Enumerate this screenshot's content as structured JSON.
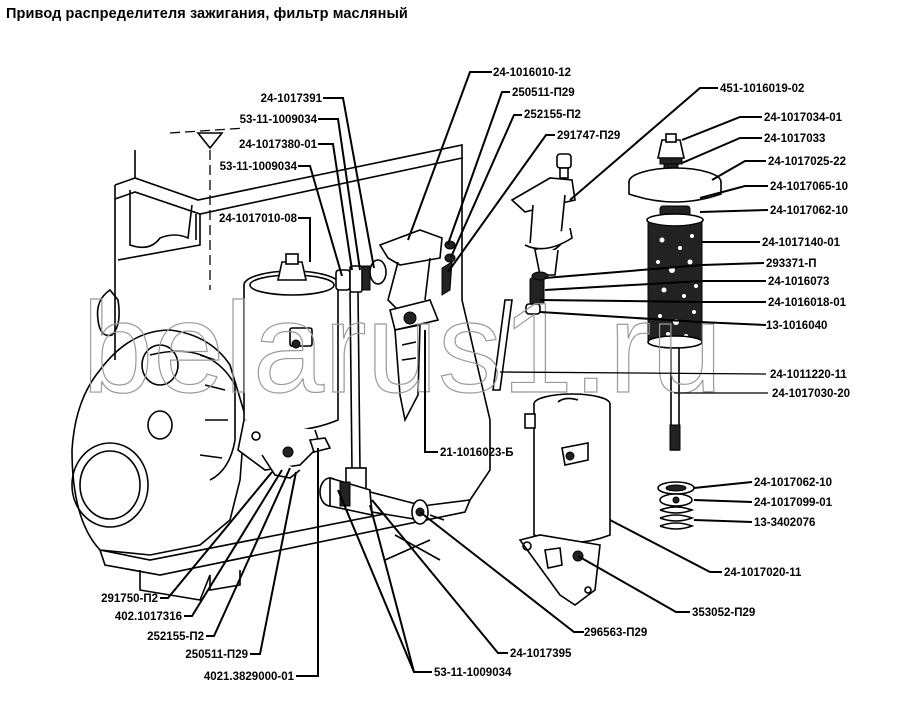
{
  "title": "Привод распределителя зажигания, фильтр масляный",
  "watermark": "belarus1.ru",
  "callouts": [
    {
      "id": "c1",
      "label": "24-1016010-12"
    },
    {
      "id": "c2",
      "label": "250511-П29"
    },
    {
      "id": "c3",
      "label": "252155-П2"
    },
    {
      "id": "c4",
      "label": "291747-П29"
    },
    {
      "id": "c5",
      "label": "451-1016019-02"
    },
    {
      "id": "c6",
      "label": "24-1017391"
    },
    {
      "id": "c7",
      "label": "53-11-1009034"
    },
    {
      "id": "c8",
      "label": "24-1017380-01"
    },
    {
      "id": "c9",
      "label": "53-11-1009034"
    },
    {
      "id": "c10",
      "label": "24-1017010-08"
    },
    {
      "id": "c11",
      "label": "24-1017034-01"
    },
    {
      "id": "c12",
      "label": "24-1017033"
    },
    {
      "id": "c13",
      "label": "24-1017025-22"
    },
    {
      "id": "c14",
      "label": "24-1017065-10"
    },
    {
      "id": "c15",
      "label": "24-1017062-10"
    },
    {
      "id": "c16",
      "label": "24-1017140-01"
    },
    {
      "id": "c17",
      "label": "293371-П"
    },
    {
      "id": "c18",
      "label": "24-1016073"
    },
    {
      "id": "c19",
      "label": "24-1016018-01"
    },
    {
      "id": "c20",
      "label": "13-1016040"
    },
    {
      "id": "c21",
      "label": "24-1011220-11"
    },
    {
      "id": "c22",
      "label": "24-1017030-20"
    },
    {
      "id": "c23",
      "label": "21-1016023-Б"
    },
    {
      "id": "c24",
      "label": "24-1017062-10"
    },
    {
      "id": "c25",
      "label": "24-1017099-01"
    },
    {
      "id": "c26",
      "label": "13-3402076"
    },
    {
      "id": "c27",
      "label": "24-1017020-11"
    },
    {
      "id": "c28",
      "label": "353052-П29"
    },
    {
      "id": "c29",
      "label": "296563-П29"
    },
    {
      "id": "c30",
      "label": "24-1017395"
    },
    {
      "id": "c31",
      "label": "53-11-1009034"
    },
    {
      "id": "c32",
      "label": "291750-П2"
    },
    {
      "id": "c33",
      "label": "402.1017316"
    },
    {
      "id": "c34",
      "label": "252155-П2"
    },
    {
      "id": "c35",
      "label": "250511-П29"
    },
    {
      "id": "c36",
      "label": "4021.3829000-01"
    }
  ]
}
